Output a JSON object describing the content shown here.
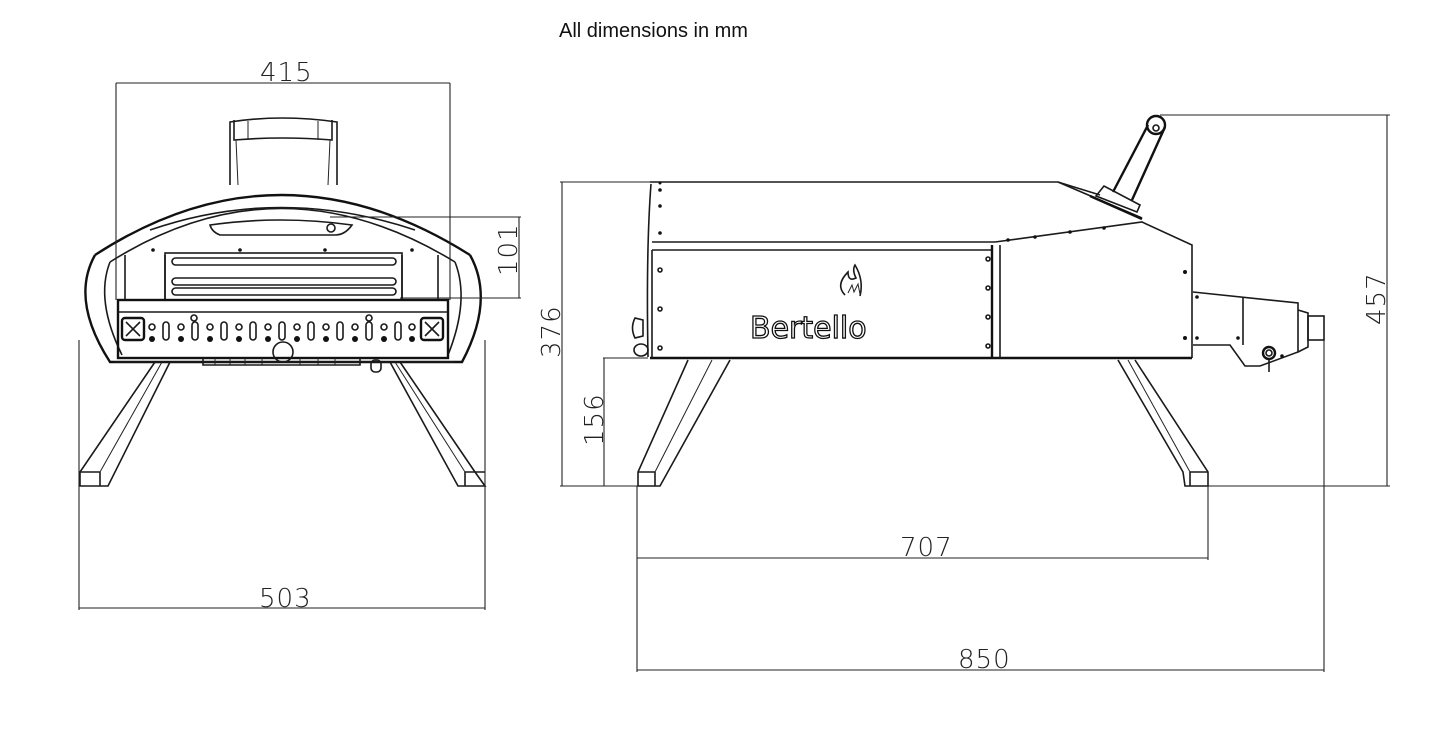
{
  "title": "All dimensions in mm",
  "brand": "Bertello",
  "front_view": {
    "dimensions": {
      "width_opening": "415",
      "opening_height": "101",
      "overall_width": "503"
    }
  },
  "side_view": {
    "dimensions": {
      "body_height": "376",
      "leg_clearance": "156",
      "overall_height": "457",
      "leg_span": "707",
      "overall_length": "850"
    }
  }
}
